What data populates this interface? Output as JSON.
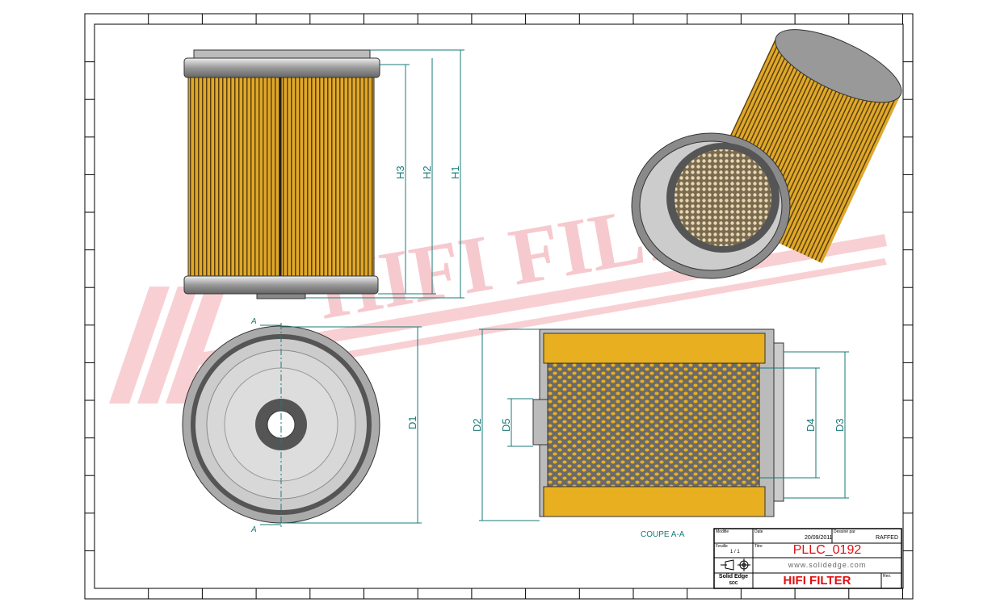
{
  "watermark": "HIFI FILTER",
  "front_view": {
    "dims": [
      "H1",
      "H2",
      "H3"
    ]
  },
  "bottom_view": {
    "dims": [
      "D1"
    ],
    "section_marks": [
      "A",
      "A"
    ]
  },
  "section_view": {
    "caption": "COUPE A-A",
    "dims": [
      "D2",
      "D5",
      "D4",
      "D3"
    ]
  },
  "title_block": {
    "labels": {
      "modified": "Modifie",
      "date": "Date",
      "drawn_by": "Dessiné par",
      "sheet": "Feuille",
      "title": "Titre",
      "rev": "Rev."
    },
    "date": "20/09/2011",
    "drawn_by": "RAFFED",
    "sheet": "1 / 1",
    "part_number": "PLLC_0192",
    "website": "www.solidedge.com",
    "software": "Solid Edge",
    "software_sub": "SOC",
    "company": "HIFI FILTER"
  },
  "colors": {
    "media": "#e8b020",
    "dim": "#1a7a7a",
    "red": "#e01010",
    "watermark": "#f7c8cc"
  }
}
